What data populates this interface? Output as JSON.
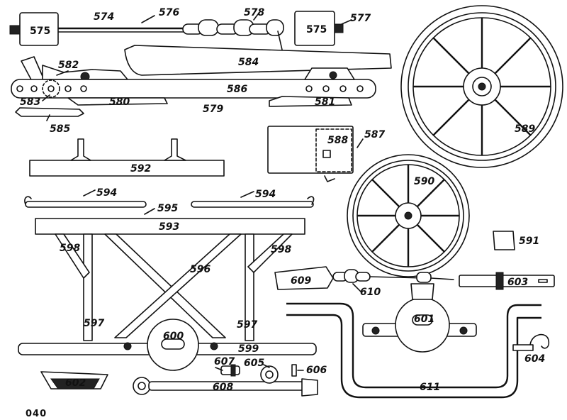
{
  "labels": {
    "p574": "574",
    "p575a": "575",
    "p575b": "575",
    "p576": "576",
    "p577": "577",
    "p578": "578",
    "p579": "579",
    "p580": "580",
    "p581": "581",
    "p582": "582",
    "p583": "583",
    "p584": "584",
    "p585": "585",
    "p586": "586",
    "p587": "587",
    "p588": "588",
    "p589": "589",
    "p590": "590",
    "p591": "591",
    "p592": "592",
    "p593": "593",
    "p594a": "594",
    "p594b": "594",
    "p595": "595",
    "p596": "596",
    "p597a": "597",
    "p597b": "597",
    "p598a": "598",
    "p598b": "598",
    "p599": "599",
    "p600": "600",
    "p601": "601",
    "p602": "602",
    "p603": "603",
    "p604": "604",
    "p605": "605",
    "p606": "606",
    "p607": "607",
    "p608": "608",
    "p609": "609",
    "p610": "610",
    "p611": "611"
  },
  "page_code": "040"
}
